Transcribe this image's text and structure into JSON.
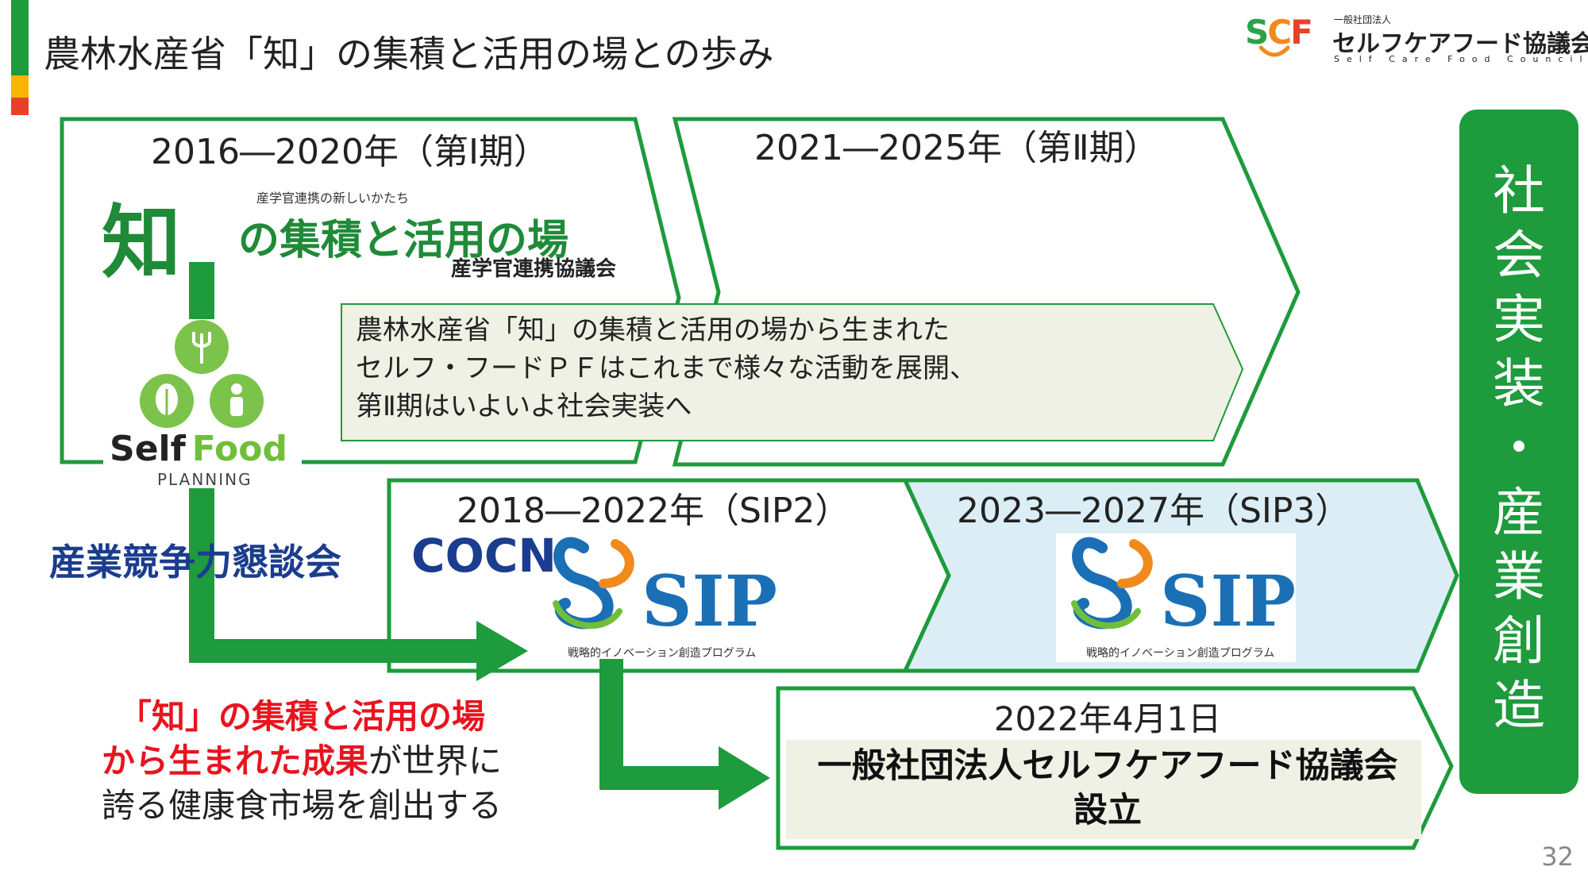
{
  "title": "農林水産省「知」の集積と活用の場との歩み",
  "logo": {
    "mark": "SCF",
    "org_small": "一般社団法人",
    "org_name": "セルフケアフード協議会",
    "org_en": "Self Care Food Council"
  },
  "periods": {
    "p1": "2016―2020年（第Ⅰ期）",
    "p2": "2021―2025年（第Ⅱ期）",
    "sip2": "2018―2022年（SIP2）",
    "sip3": "2023―2027年（SIP3）"
  },
  "chi_logo": {
    "tagline": "産学官連携の新しいかたち",
    "kanji": "知",
    "main": "の集積と活用の場",
    "sub": "産学官連携協議会"
  },
  "callout": {
    "line1": "農林水産省「知」の集積と活用の場から生まれた",
    "line2": "セルフ・フードＰＦはこれまで様々な活動を展開、",
    "line3": "第Ⅱ期はいよいよ社会実装へ"
  },
  "selffood": {
    "self": "Self",
    "food": "Food",
    "planning": "PLANNING"
  },
  "konwa": "産業競争力懇談会",
  "cocn": "COCN",
  "sip": {
    "logo": "SIP",
    "caption": "戦略的イノベーション創造プログラム"
  },
  "social": [
    "社",
    "会",
    "実",
    "装",
    "・",
    "産",
    "業",
    "創",
    "造"
  ],
  "result": {
    "red1": "「知」の集積と活用の場",
    "red2": "から生まれた成果",
    "black2": "が世界に",
    "line3": "誇る健康食市場を創出する"
  },
  "establish": {
    "date": "2022年4月1日",
    "line1": "一般社団法人セルフケアフード協議会",
    "line2": "設立"
  },
  "page_number": "32",
  "colors": {
    "green": "#1e9b3c",
    "dark_green": "#1f8a38",
    "orange": "#f08a1c",
    "red": "#e8141e",
    "navy": "#1b3d8f",
    "light_blue": "#dceef5",
    "beige": "#eef1e4"
  }
}
